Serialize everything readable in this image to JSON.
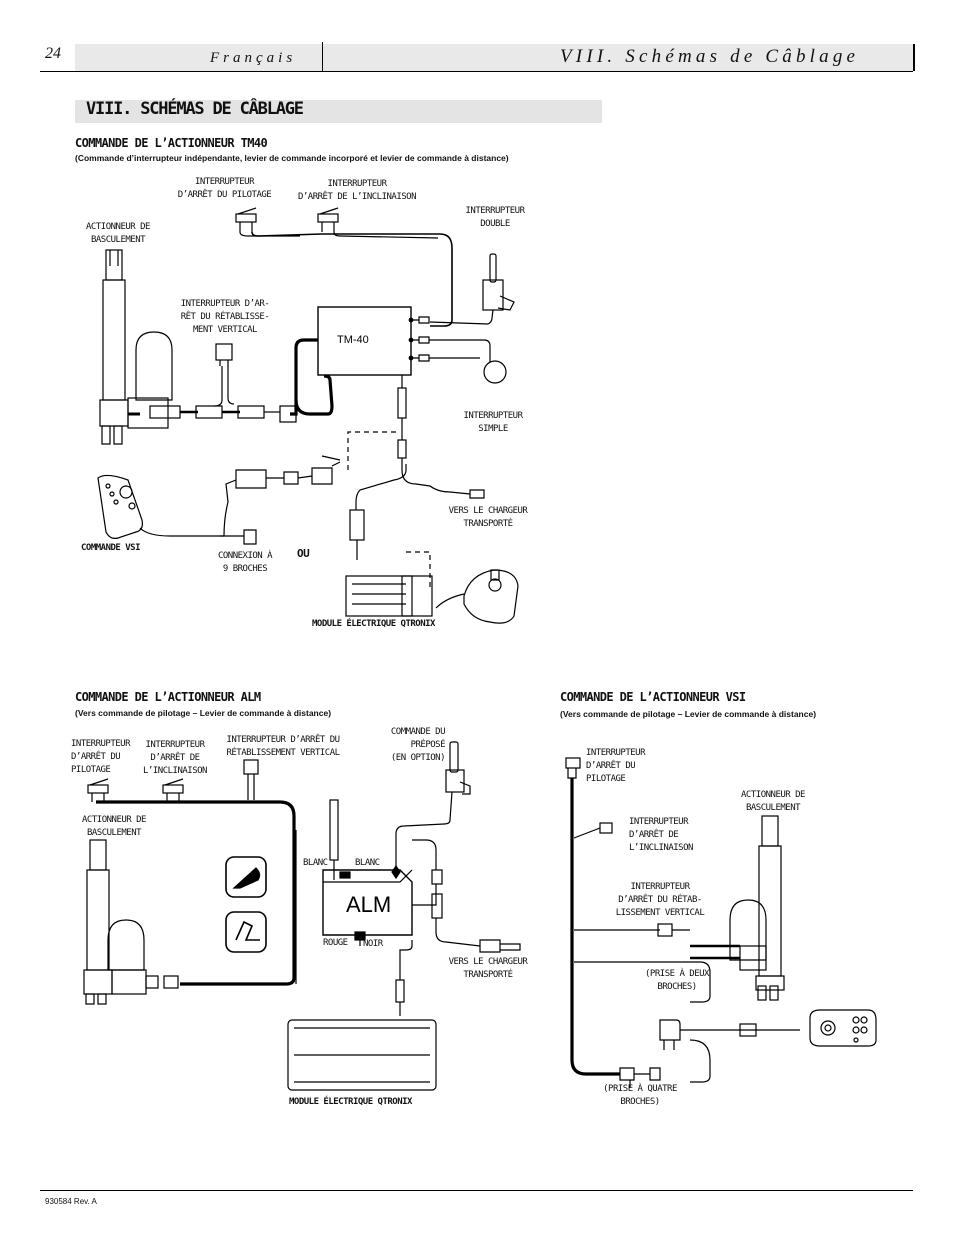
{
  "header": {
    "page_number": "24",
    "language": "Français",
    "title": "VIII. Schémas de Câblage"
  },
  "section_title": "VIII. SCHÉMAS DE CÂBLAGE",
  "tm40": {
    "heading": "COMMANDE DE L’ACTIONNEUR TM40",
    "subheading": "(Commande d’interrupteur indépendante, levier de commande incorporé et levier de commande à distance)",
    "labels": {
      "drive_stop": "INTERRUPTEUR\nD’ARRÊT DU PILOTAGE",
      "tilt_stop": "INTERRUPTEUR\nD’ARRÊT DE L’INCLINAISON",
      "double_switch": "INTERRUPTEUR\nDOUBLE",
      "tilt_actuator": "ACTIONNEUR DE\nBASCULEMENT",
      "upright_stop": "INTERRUPTEUR D’AR-\nRÊT DU RÉTABLISSE-\nMENT VERTICAL",
      "module": "TM-40",
      "single_switch": "INTERRUPTEUR\nSIMPLE",
      "charger": "VERS LE CHARGEUR\nTRANSPORTÉ",
      "vsi_control": "COMMANDE VSI",
      "nine_pin": "CONNEXION À\n9 BROCHES",
      "or": "OU",
      "qtronix": "MODULE ÉLECTRIQUE QTRONIX"
    }
  },
  "alm": {
    "heading": "COMMANDE DE L’ACTIONNEUR ALM",
    "subheading": "(Vers commande de pilotage – Levier de commande à distance)",
    "labels": {
      "drive_stop": "INTERRUPTEUR\nD’ARRÊT DU\nPILOTAGE",
      "tilt_stop": "INTERRUPTEUR\nD’ARRÊT DE\nL’INCLINAISON",
      "upright_stop": "INTERRUPTEUR D’ARRÊT DU\nRÉTABLISSEMENT VERTICAL",
      "attendant": "COMMANDE DU\nPRÉPOSÉ\n(EN OPTION)",
      "tilt_actuator": "ACTIONNEUR DE\nBASCULEMENT",
      "white1": "BLANC",
      "white2": "BLANC",
      "module": "ALM",
      "red": "ROUGE",
      "black": "NOIR",
      "charger": "VERS LE CHARGEUR\nTRANSPORTÉ",
      "qtronix": "MODULE ÉLECTRIQUE QTRONIX"
    }
  },
  "vsi": {
    "heading": "COMMANDE DE L’ACTIONNEUR VSI",
    "subheading": "(Vers commande de pilotage – Levier de commande à distance)",
    "labels": {
      "drive_stop": "INTERRUPTEUR\nD’ARRÊT DU\nPILOTAGE",
      "tilt_actuator": "ACTIONNEUR DE\nBASCULEMENT",
      "tilt_stop": "INTERRUPTEUR\nD’ARRÊT DE\nL’INCLINAISON",
      "upright_stop": "INTERRUPTEUR\nD’ARRÊT DU RÉTAB-\nLISSEMENT VERTICAL",
      "two_pin": "(PRISE À DEUX\nBROCHES)",
      "four_pin": "(PRISE À QUATRE\nBROCHES)"
    }
  },
  "footer": {
    "doc_number": "930584 Rev. A"
  }
}
